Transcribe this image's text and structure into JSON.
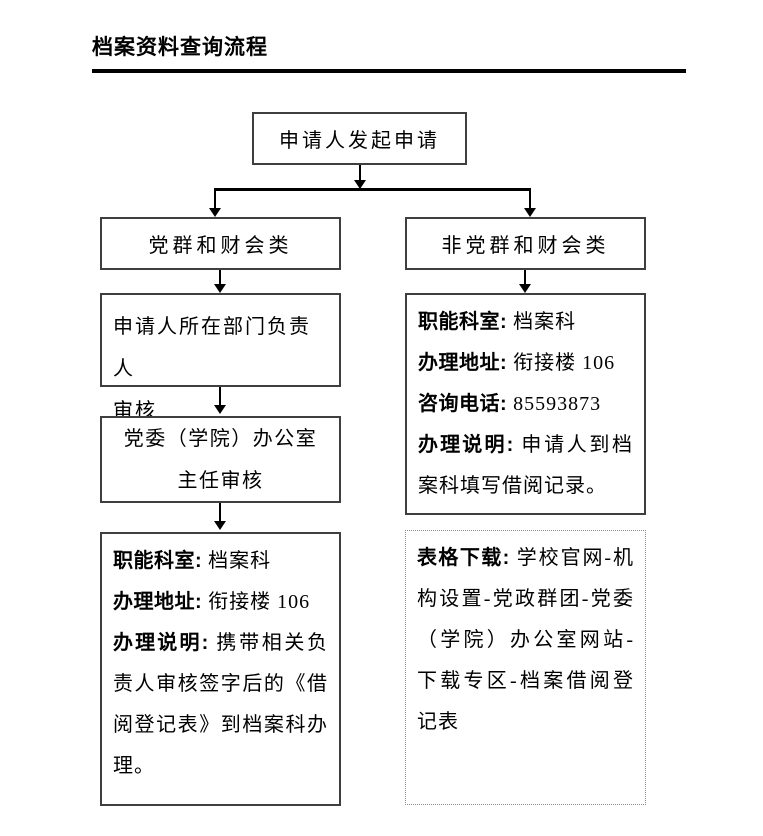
{
  "page": {
    "title": "档案资料查询流程"
  },
  "colors": {
    "background": "#ffffff",
    "text": "#000000",
    "box_border": "#3f3f3f",
    "connector": "#000000",
    "dashed_border": "#8c8c8c"
  },
  "flowchart": {
    "start_label": "申请人发起申请",
    "left": {
      "category": "党群和财会类",
      "review_line1": "申请人所在部门负责人",
      "review_line2": "审核",
      "office_line1": "党委（学院）办公室",
      "office_line2": "主任审核",
      "details": [
        {
          "label": "职能科室:",
          "value": "档案科"
        },
        {
          "label": "办理地址:",
          "value": "衔接楼 106"
        },
        {
          "label": "办理说明:",
          "value": "携带相关负责人审核签字后的《借阅登记表》到档案科办理。"
        }
      ]
    },
    "right": {
      "category": "非党群和财会类",
      "details": [
        {
          "label": "职能科室:",
          "value": "档案科"
        },
        {
          "label": "办理地址:",
          "value": "衔接楼 106"
        },
        {
          "label": "咨询电话:",
          "value": "85593873"
        },
        {
          "label": "办理说明:",
          "value": "申请人到档案科填写借阅记录。"
        }
      ],
      "download": {
        "label": "表格下载:",
        "value": "学校官网-机构设置-党政群团-党委（学院）办公室网站-下载专区-档案借阅登记表"
      }
    }
  }
}
